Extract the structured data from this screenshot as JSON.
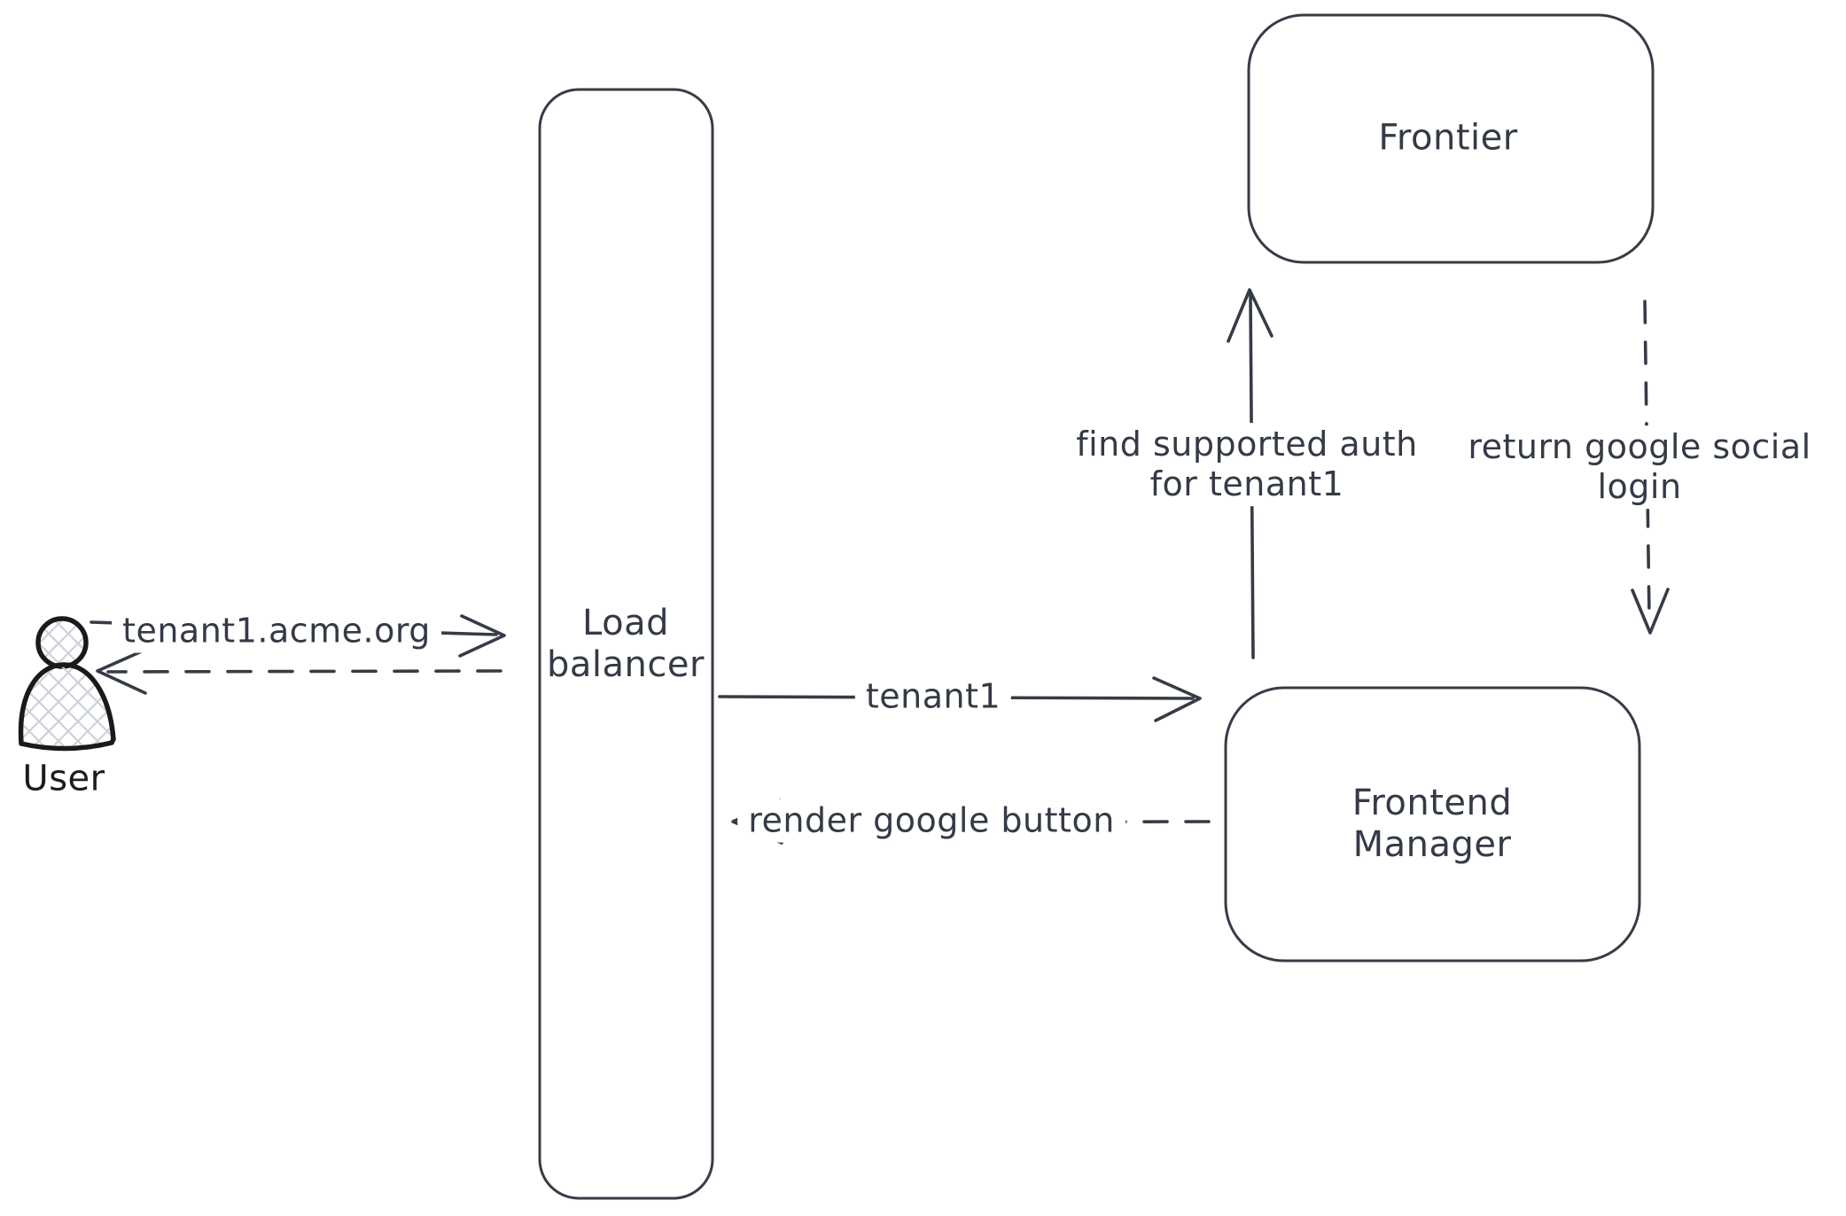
{
  "diagram": {
    "nodes": {
      "user": {
        "label": "User"
      },
      "load_balancer": {
        "line1": "Load",
        "line2": "balancer"
      },
      "frontier": {
        "label": "Frontier"
      },
      "frontend_manager": {
        "line1": "Frontend",
        "line2": "Manager"
      }
    },
    "edges": {
      "user_to_load_balancer": {
        "label": "tenant1.acme.org",
        "style": "solid",
        "direction": "right"
      },
      "load_balancer_to_user": {
        "style": "dashed",
        "direction": "left"
      },
      "load_balancer_to_frontend_manager": {
        "label": "tenant1",
        "style": "solid",
        "direction": "right"
      },
      "frontend_manager_to_load_balancer": {
        "label": "render google button",
        "style": "dashed",
        "direction": "left"
      },
      "frontend_manager_to_frontier": {
        "line1": "find supported auth",
        "line2": "for tenant1",
        "style": "solid",
        "direction": "up"
      },
      "frontier_to_frontend_manager": {
        "line1": "return google social",
        "line2": "login",
        "style": "dashed",
        "direction": "down"
      }
    },
    "colors": {
      "stroke": "#363c46",
      "person_stroke": "#1a1a1a",
      "hatch_fill": "#ccd2da",
      "background": "#ffffff"
    }
  }
}
